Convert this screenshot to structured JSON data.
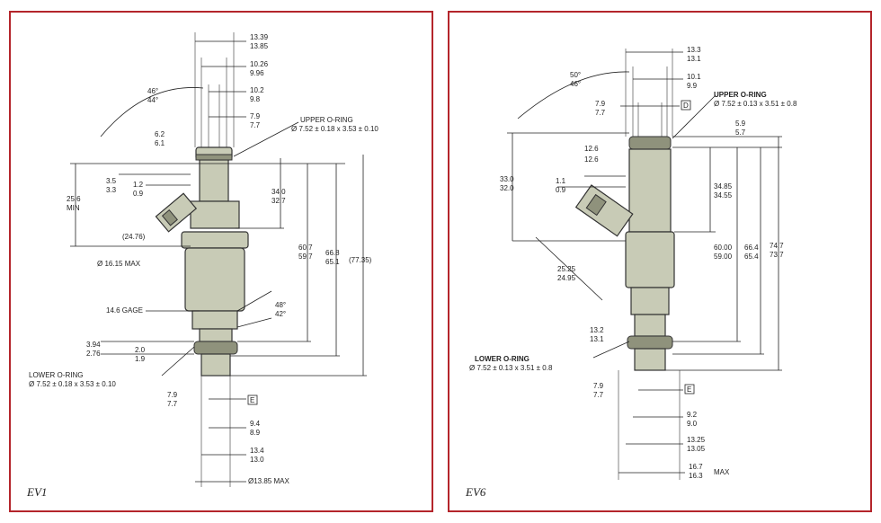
{
  "ev1": {
    "model": "EV1",
    "dims": {
      "d_top": [
        "13.39",
        "13.85"
      ],
      "d_a": [
        "10.26",
        "9.96"
      ],
      "d_b": [
        "10.2",
        "9.8"
      ],
      "d_c": [
        "7.9",
        "7.7"
      ],
      "angle": [
        "46°",
        "44°"
      ],
      "h1": [
        "6.2",
        "6.1"
      ],
      "h2": [
        "3.5",
        "3.3"
      ],
      "h3": [
        "1.2",
        "0.9"
      ],
      "min_len": [
        "25.6",
        "MIN"
      ],
      "body_len": [
        "34.0",
        "32.7"
      ],
      "len_a": [
        "60.7",
        "59.7"
      ],
      "len_b": [
        "66.8",
        "65.1"
      ],
      "len_ref": "(77.35)",
      "ref_2476": "(24.76)",
      "max_dia": "Ø 16.15 MAX",
      "gage": "14.6 GAGE",
      "angle2": [
        "48°",
        "42°"
      ],
      "h4": [
        "3.94",
        "2.76"
      ],
      "h5": [
        "2.0",
        "1.9"
      ],
      "d_e": [
        "7.9",
        "7.7"
      ],
      "e_box": "E",
      "d_f": [
        "9.4",
        "8.9"
      ],
      "d_g": [
        "13.4",
        "13.0"
      ],
      "d_max": "Ø13.85 MAX"
    },
    "upper_oring": [
      "UPPER O-RING",
      "Ø 7.52 ± 0.18 x 3.53 ± 0.10"
    ],
    "lower_oring": [
      "LOWER O-RING",
      "Ø 7.52 ± 0.18 x 3.53 ± 0.10"
    ]
  },
  "ev6": {
    "model": "EV6",
    "dims": {
      "d_top": [
        "13.3",
        "13.1"
      ],
      "d_a": [
        "10.1",
        "9.9"
      ],
      "d_b": [
        "7.9",
        "7.7"
      ],
      "d_box": "D",
      "angle": [
        "50°",
        "46°"
      ],
      "h1": [
        "12.6",
        "12.6"
      ],
      "h2": [
        "33.0",
        "32.0"
      ],
      "h3": [
        "1.1",
        "0.9"
      ],
      "len_a": [
        "34.85",
        "34.55"
      ],
      "h_top": [
        "5.9",
        "5.7"
      ],
      "len_b": [
        "60.00",
        "59.00"
      ],
      "len_c": [
        "66.4",
        "65.4"
      ],
      "len_d": [
        "74.7",
        "73.7"
      ],
      "diag": [
        "25.25",
        "24.95"
      ],
      "d_mid": [
        "13.2",
        "13.1"
      ],
      "d_e": [
        "7.9",
        "7.7"
      ],
      "e_box": "E",
      "d_f": [
        "9.2",
        "9.0"
      ],
      "d_g": [
        "13.25",
        "13.05"
      ],
      "d_max": [
        "16.7",
        "16.3"
      ],
      "max": "MAX"
    },
    "upper_oring": [
      "UPPER O-RING",
      "Ø 7.52 ± 0.13 x 3.51 ± 0.8"
    ],
    "lower_oring": [
      "LOWER O-RING",
      "Ø 7.52 ± 0.13 x 3.51 ± 0.8"
    ]
  },
  "colors": {
    "border": "#b4252b",
    "body": "#c8cbb6",
    "line": "#222222"
  }
}
